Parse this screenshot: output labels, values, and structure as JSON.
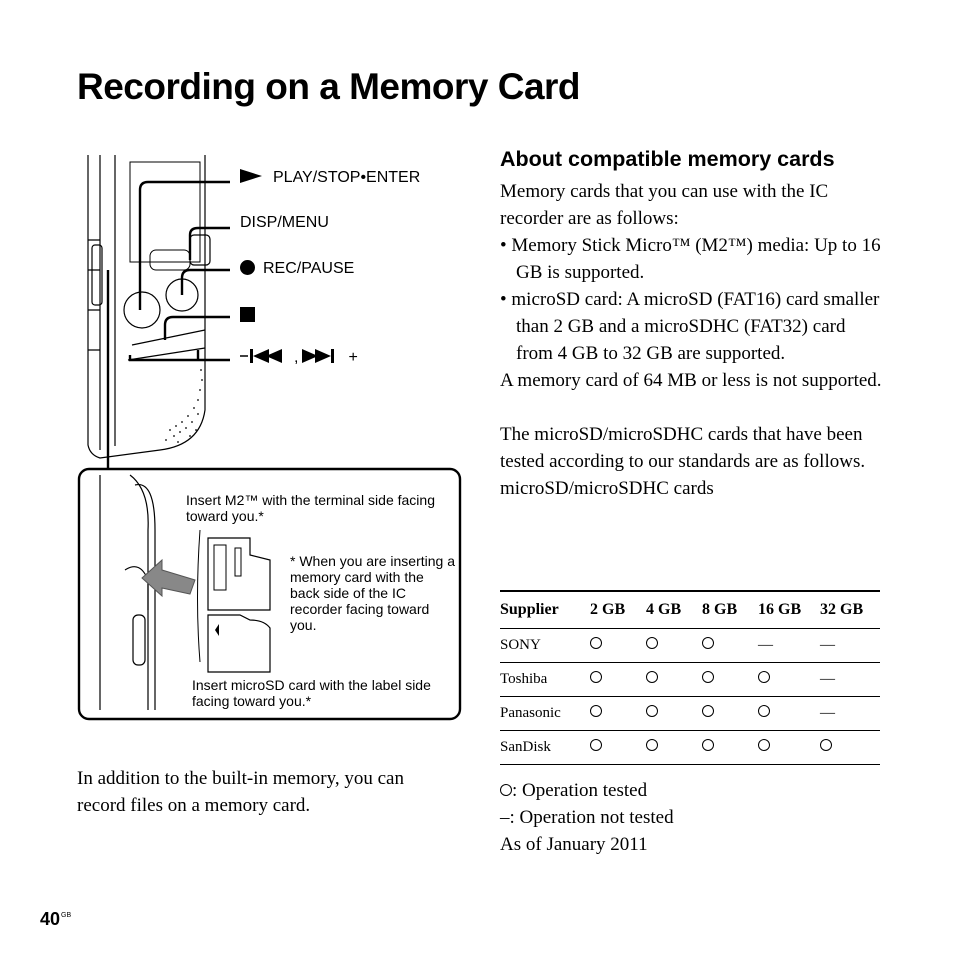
{
  "page": {
    "title": "Recording on a Memory Card",
    "page_number": "40",
    "page_suffix": "GB"
  },
  "diagram": {
    "labels": {
      "play": "PLAY/STOP•ENTER",
      "disp": "DISP/MENU",
      "rec": "REC/PAUSE",
      "skip_sep": ",",
      "skip_plus": "+"
    },
    "inset": {
      "m2_note": "Insert M2™ with the terminal side facing toward you.*",
      "asterisk_note": "* When you are inserting a memory card with the back side of the IC recorder facing toward you.",
      "microsd_note": "Insert microSD card with the label side facing toward you.*"
    },
    "caption": "In addition to the built-in memory, you can record files on a memory card."
  },
  "section": {
    "heading": "About compatible memory cards",
    "intro": "Memory cards that you can use with the IC recorder are as follows:",
    "bullets": [
      "• Memory Stick Micro™ (M2™) media: Up to 16 GB is supported.",
      "• microSD card: A microSD (FAT16) card smaller than 2 GB and a microSDHC (FAT32) card from 4 GB to 32 GB are supported."
    ],
    "note_64mb": "A memory card of 64 MB or less is not supported.",
    "tested_intro": "The microSD/microSDHC cards that have been tested according to our standards are as follows.",
    "table_caption": "microSD/microSDHC cards"
  },
  "table": {
    "headers": [
      "Supplier",
      "2 GB",
      "4 GB",
      "8 GB",
      "16 GB",
      "32 GB"
    ],
    "rows": [
      {
        "supplier": "SONY",
        "cells": [
          "tested",
          "tested",
          "tested",
          "not",
          "not"
        ]
      },
      {
        "supplier": "Toshiba",
        "cells": [
          "tested",
          "tested",
          "tested",
          "tested",
          "not"
        ]
      },
      {
        "supplier": "Panasonic",
        "cells": [
          "tested",
          "tested",
          "tested",
          "tested",
          "not"
        ]
      },
      {
        "supplier": "SanDisk",
        "cells": [
          "tested",
          "tested",
          "tested",
          "tested",
          "tested"
        ]
      }
    ],
    "dash_symbol": "—"
  },
  "legend": {
    "tested": ": Operation tested",
    "not_tested": "–: Operation not tested",
    "as_of": "As of January 2011"
  }
}
